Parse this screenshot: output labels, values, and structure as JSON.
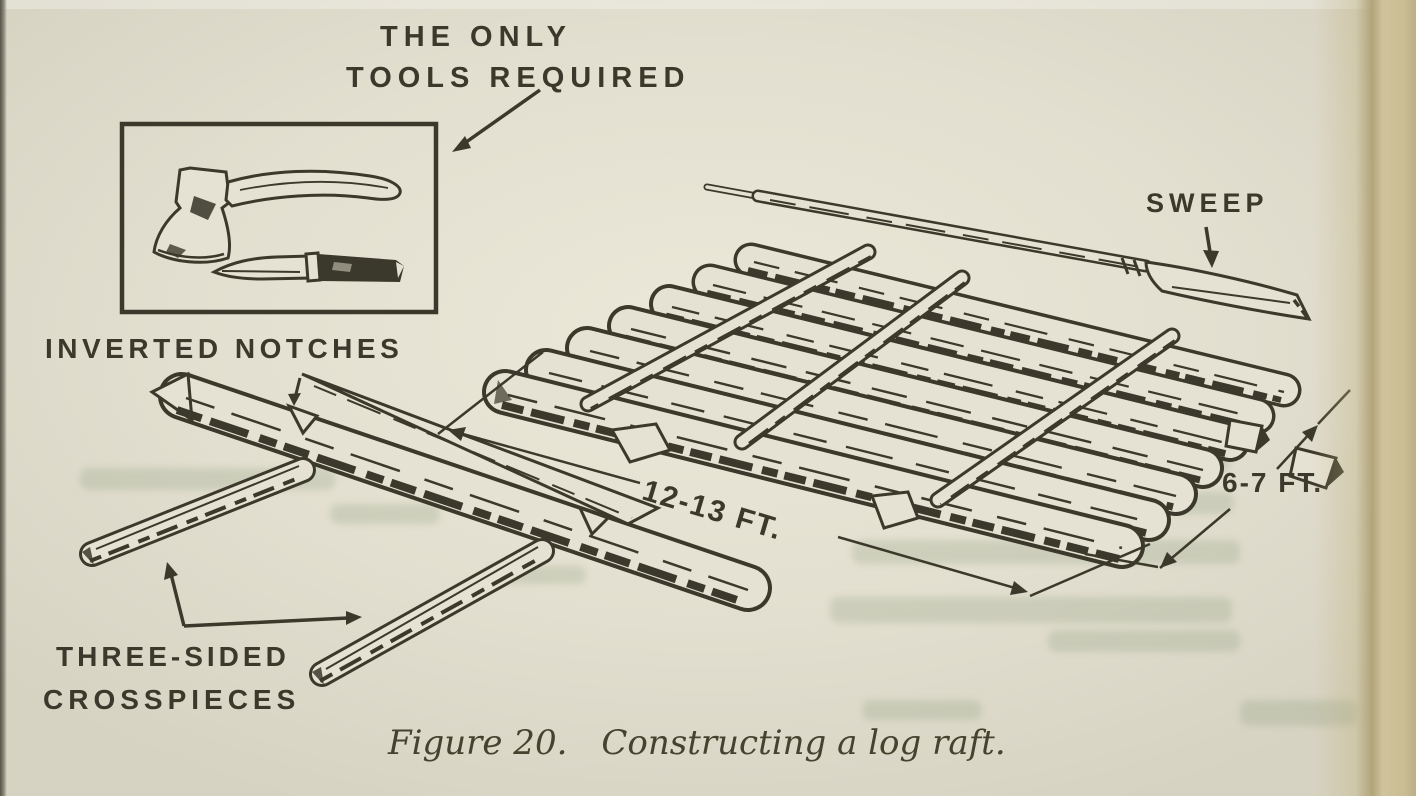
{
  "page": {
    "caption": {
      "figure_number": "Figure 20.",
      "figure_title": "Constructing a log raft."
    },
    "labels": {
      "tools_line1": "THE ONLY",
      "tools_line2": "TOOLS REQUIRED",
      "inverted_notches": "INVERTED NOTCHES",
      "three_sided_line1": "THREE-SIDED",
      "three_sided_line2": "CROSSPIECES",
      "sweep": "SWEEP",
      "length_dimension": "12-13 FT.",
      "width_dimension": "6-7 FT."
    },
    "colors": {
      "paper": "#e3dfd0",
      "ink": "#3b392b",
      "page_edge": "#c8bc95"
    }
  }
}
